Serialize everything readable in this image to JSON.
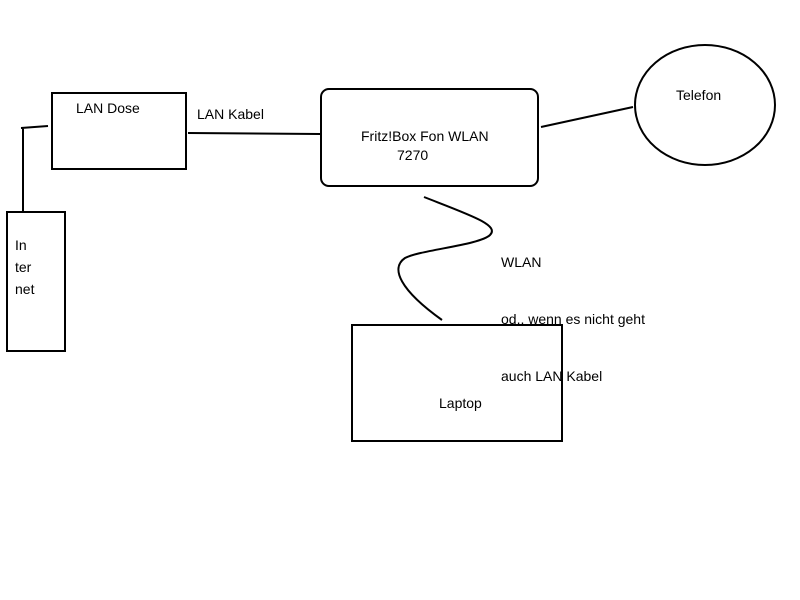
{
  "nodes": {
    "lan_dose": {
      "label": "LAN Dose"
    },
    "internet": {
      "label_lines": [
        "In",
        "ter",
        "net"
      ]
    },
    "fritzbox": {
      "label_line1": "Fritz!Box Fon WLAN",
      "label_line2": "7270"
    },
    "telefon": {
      "label": "Telefon"
    },
    "laptop": {
      "label": "Laptop"
    }
  },
  "edges": {
    "lan_kabel": {
      "label": "LAN Kabel"
    },
    "wlan": {
      "label_lines": [
        "WLAN",
        "od., wenn es nicht geht",
        "auch LAN Kabel"
      ]
    }
  },
  "colors": {
    "stroke": "#000000",
    "background": "#ffffff"
  }
}
